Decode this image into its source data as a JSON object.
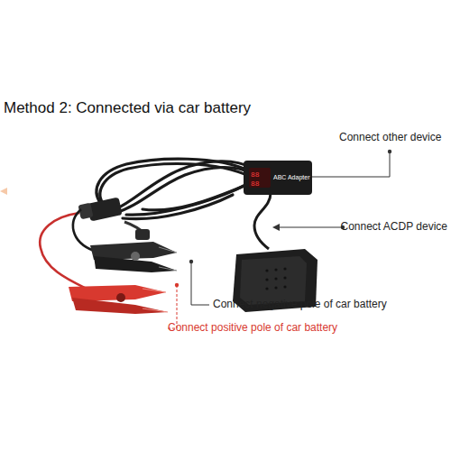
{
  "diagram": {
    "title": "Method 2: Connected via car battery",
    "labels": [
      "Connect other device",
      "ABC Adapter",
      "Connect ACDP device",
      "Connect negative pole of car battery",
      "Connect positive pole of car battery"
    ]
  }
}
